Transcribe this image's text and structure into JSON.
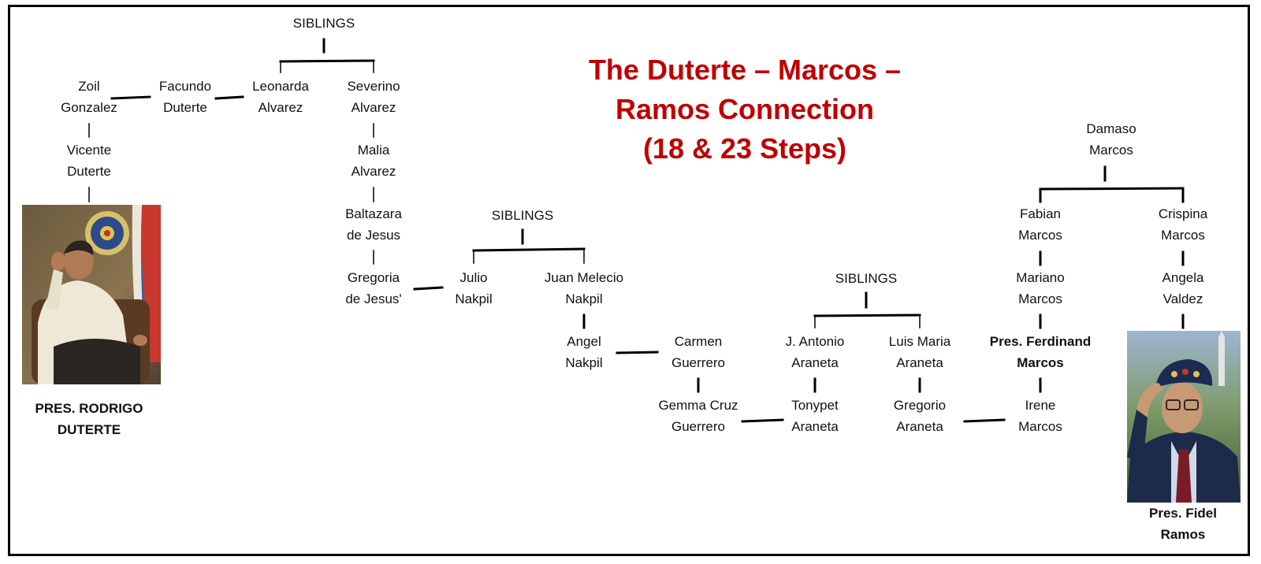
{
  "title": {
    "line1": "The Duterte – Marcos –",
    "line2": "Ramos Connection",
    "line3": "(18 & 23 Steps)",
    "color": "#c00000"
  },
  "nodes": {
    "siblings_1": "SIBLINGS",
    "siblings_2": "SIBLINGS",
    "siblings_3": "SIBLINGS",
    "zoil": [
      "Zoil",
      "Gonzalez"
    ],
    "facundo": [
      "Facundo",
      "Duterte"
    ],
    "leonarda": [
      "Leonarda",
      "Alvarez"
    ],
    "severino": [
      "Severino",
      "Alvarez"
    ],
    "vicente": [
      "Vicente",
      "Duterte"
    ],
    "malia": [
      "Malia",
      "Alvarez"
    ],
    "baltazara": [
      "Baltazara",
      "de Jesus"
    ],
    "gregoria": [
      "Gregoria",
      "de Jesus'"
    ],
    "julio": [
      "Julio",
      "Nakpil"
    ],
    "juan": [
      "Juan Melecio",
      "Nakpil"
    ],
    "angel": [
      "Angel",
      "Nakpil"
    ],
    "carmen": [
      "Carmen",
      "Guerrero"
    ],
    "gemma": [
      "Gemma Cruz",
      "Guerrero"
    ],
    "jantonio": [
      "J. Antonio",
      "Araneta"
    ],
    "luis": [
      "Luis Maria",
      "Araneta"
    ],
    "tonypet": [
      "Tonypet",
      "Araneta"
    ],
    "gregorio": [
      "Gregorio",
      "Araneta"
    ],
    "damaso": [
      "Damaso",
      "Marcos"
    ],
    "fabian": [
      "Fabian",
      "Marcos"
    ],
    "crispina": [
      "Crispina",
      "Marcos"
    ],
    "mariano": [
      "Mariano",
      "Marcos"
    ],
    "angela": [
      "Angela",
      "Valdez"
    ],
    "ferdinand": [
      "Pres. Ferdinand",
      "Marcos"
    ],
    "irene": [
      "Irene",
      "Marcos"
    ]
  },
  "captions": {
    "duterte": [
      "PRES. RODRIGO",
      "DUTERTE"
    ],
    "ramos": [
      "Pres. Fidel",
      "Ramos"
    ]
  },
  "colors": {
    "title": "#c00000",
    "border": "#000000"
  }
}
